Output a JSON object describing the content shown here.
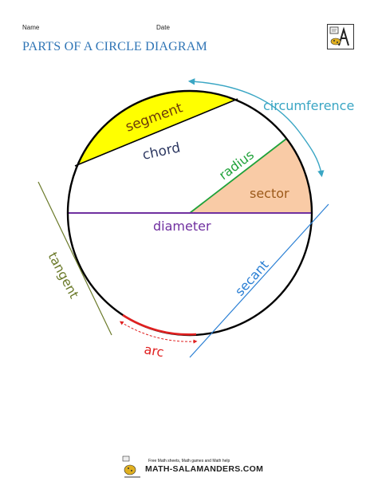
{
  "header": {
    "name_label": "Name",
    "date_label": "Date",
    "title": "PARTS OF A CIRCLE DIAGRAM"
  },
  "labels": {
    "segment": "segment",
    "chord": "chord",
    "radius": "radius",
    "sector": "sector",
    "circumference": "circumference",
    "diameter": "diameter",
    "tangent": "tangent",
    "secant": "secant",
    "arc": "arc"
  },
  "footer": {
    "tagline": "Free Math sheets, Math games and Math help",
    "brand": "MATH-SALAMANDERS.COM"
  },
  "colors": {
    "title": "#2e74b5",
    "segment_fill": "#ffff00",
    "sector_fill": "#f9cba6",
    "chord_text": "#2f3a63",
    "radius": "#1fa23a",
    "sector_text": "#9c5a1a",
    "circumference": "#3aa6c4",
    "diameter": "#7030a0",
    "tangent": "#6b7a2a",
    "secant": "#2a7fd4",
    "arc": "#e02020"
  },
  "icons": {
    "logo": "salamander-logo-icon",
    "footer_logo": "salamander-footer-icon"
  }
}
